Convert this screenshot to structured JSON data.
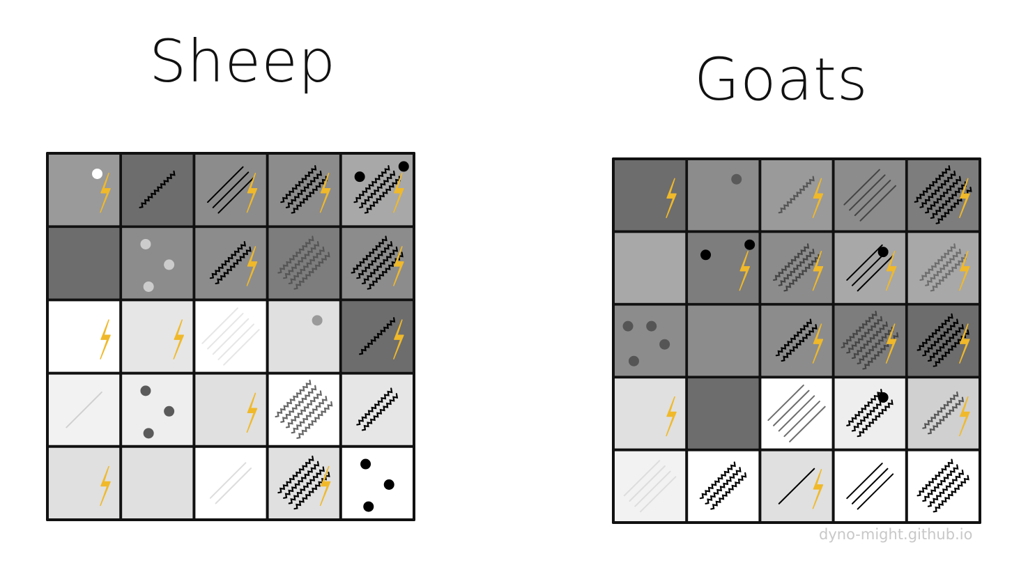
{
  "panels": [
    {
      "title": "Sheep",
      "grid": [
        [
          {
            "shade": "#9a9a9a",
            "dots": 1,
            "dotColor": "#ffffff",
            "lines": 0,
            "bolt": true
          },
          {
            "shade": "#6d6d6d",
            "dots": 0,
            "lines": 1,
            "lineColor": "#000000",
            "wavy": true,
            "bolt": false
          },
          {
            "shade": "#8c8c8c",
            "dots": 0,
            "lines": 3,
            "lineColor": "#000000",
            "wavy": false,
            "bolt": true
          },
          {
            "shade": "#8c8c8c",
            "dots": 0,
            "lines": 3,
            "lineColor": "#000000",
            "wavy": true,
            "bolt": true
          },
          {
            "shade": "#a8a8a8",
            "dots": 2,
            "dotColor": "#000000",
            "lines": 3,
            "lineColor": "#000000",
            "wavy": true,
            "bolt": true
          }
        ],
        [
          {
            "shade": "#6d6d6d",
            "dots": 0,
            "lines": 0,
            "bolt": false
          },
          {
            "shade": "#8c8c8c",
            "dots": 3,
            "dotColor": "#cccccc",
            "lines": 0,
            "bolt": false
          },
          {
            "shade": "#8c8c8c",
            "dots": 0,
            "lines": 2,
            "lineColor": "#000000",
            "wavy": true,
            "bolt": true
          },
          {
            "shade": "#7d7d7d",
            "dots": 0,
            "lines": 4,
            "lineColor": "#555555",
            "wavy": true,
            "bolt": false
          },
          {
            "shade": "#8c8c8c",
            "dots": 0,
            "lines": 4,
            "lineColor": "#000000",
            "wavy": true,
            "bolt": true
          }
        ],
        [
          {
            "shade": "#ffffff",
            "dots": 0,
            "lines": 0,
            "bolt": true
          },
          {
            "shade": "#e6e6e6",
            "dots": 0,
            "lines": 0,
            "bolt": true
          },
          {
            "shade": "#ffffff",
            "dots": 0,
            "lines": 5,
            "lineColor": "#e6e6e6",
            "wavy": false,
            "bolt": false
          },
          {
            "shade": "#e0e0e0",
            "dots": 1,
            "dotColor": "#9a9a9a",
            "lines": 0,
            "bolt": false
          },
          {
            "shade": "#6d6d6d",
            "dots": 0,
            "lines": 1,
            "lineColor": "#000000",
            "wavy": true,
            "bolt": true
          }
        ],
        [
          {
            "shade": "#f2f2f2",
            "dots": 0,
            "lines": 1,
            "lineColor": "#d0d0d0",
            "wavy": false,
            "bolt": false
          },
          {
            "shade": "#eeeeee",
            "dots": 3,
            "dotColor": "#5a5a5a",
            "lines": 0,
            "bolt": false
          },
          {
            "shade": "#e0e0e0",
            "dots": 0,
            "lines": 0,
            "bolt": true
          },
          {
            "shade": "#ffffff",
            "dots": 0,
            "lines": 5,
            "lineColor": "#666666",
            "wavy": true,
            "bolt": false
          },
          {
            "shade": "#e6e6e6",
            "dots": 0,
            "lines": 2,
            "lineColor": "#000000",
            "wavy": true,
            "bolt": false
          }
        ],
        [
          {
            "shade": "#e0e0e0",
            "dots": 0,
            "lines": 0,
            "bolt": true
          },
          {
            "shade": "#e0e0e0",
            "dots": 0,
            "lines": 0,
            "bolt": false
          },
          {
            "shade": "#ffffff",
            "dots": 0,
            "lines": 2,
            "lineColor": "#dddddd",
            "wavy": false,
            "bolt": false
          },
          {
            "shade": "#e0e0e0",
            "dots": 0,
            "lines": 4,
            "lineColor": "#000000",
            "wavy": true,
            "bolt": true
          },
          {
            "shade": "#ffffff",
            "dots": 3,
            "dotColor": "#000000",
            "lines": 0,
            "bolt": false
          }
        ]
      ]
    },
    {
      "title": "Goats",
      "grid": [
        [
          {
            "shade": "#6d6d6d",
            "dots": 0,
            "lines": 0,
            "bolt": true
          },
          {
            "shade": "#8c8c8c",
            "dots": 1,
            "dotColor": "#5a5a5a",
            "lines": 0,
            "bolt": false
          },
          {
            "shade": "#9a9a9a",
            "dots": 0,
            "lines": 1,
            "lineColor": "#555555",
            "wavy": true,
            "bolt": true
          },
          {
            "shade": "#8c8c8c",
            "dots": 0,
            "lines": 4,
            "lineColor": "#444444",
            "wavy": false,
            "bolt": false
          },
          {
            "shade": "#7d7d7d",
            "dots": 0,
            "lines": 5,
            "lineColor": "#000000",
            "wavy": true,
            "bolt": true
          }
        ],
        [
          {
            "shade": "#a8a8a8",
            "dots": 0,
            "lines": 0,
            "bolt": false
          },
          {
            "shade": "#7d7d7d",
            "dots": 2,
            "dotColor": "#000000",
            "lines": 0,
            "bolt": true
          },
          {
            "shade": "#8c8c8c",
            "dots": 0,
            "lines": 3,
            "lineColor": "#444444",
            "wavy": true,
            "bolt": true
          },
          {
            "shade": "#a8a8a8",
            "dots": 1,
            "dotColor": "#000000",
            "lines": 3,
            "lineColor": "#000000",
            "wavy": false,
            "bolt": true
          },
          {
            "shade": "#a8a8a8",
            "dots": 0,
            "lines": 3,
            "lineColor": "#6d6d6d",
            "wavy": true,
            "bolt": true
          }
        ],
        [
          {
            "shade": "#8c8c8c",
            "dots": 4,
            "dotColor": "#555555",
            "lines": 0,
            "bolt": false
          },
          {
            "shade": "#8c8c8c",
            "dots": 0,
            "lines": 0,
            "bolt": false
          },
          {
            "shade": "#8c8c8c",
            "dots": 0,
            "lines": 2,
            "lineColor": "#000000",
            "wavy": true,
            "bolt": true
          },
          {
            "shade": "#7d7d7d",
            "dots": 0,
            "lines": 5,
            "lineColor": "#444444",
            "wavy": true,
            "bolt": true
          },
          {
            "shade": "#6d6d6d",
            "dots": 0,
            "lines": 4,
            "lineColor": "#000000",
            "wavy": true,
            "bolt": true
          }
        ],
        [
          {
            "shade": "#e0e0e0",
            "dots": 0,
            "lines": 0,
            "bolt": true
          },
          {
            "shade": "#6d6d6d",
            "dots": 0,
            "lines": 0,
            "bolt": false
          },
          {
            "shade": "#ffffff",
            "dots": 0,
            "lines": 5,
            "lineColor": "#6d6d6d",
            "wavy": false,
            "bolt": false
          },
          {
            "shade": "#eeeeee",
            "dots": 1,
            "dotColor": "#000000",
            "lines": 3,
            "lineColor": "#000000",
            "wavy": true,
            "bolt": false
          },
          {
            "shade": "#d0d0d0",
            "dots": 0,
            "lines": 2,
            "lineColor": "#555555",
            "wavy": true,
            "bolt": true
          }
        ],
        [
          {
            "shade": "#f2f2f2",
            "dots": 0,
            "lines": 4,
            "lineColor": "#dddddd",
            "wavy": false,
            "bolt": false
          },
          {
            "shade": "#ffffff",
            "dots": 0,
            "lines": 3,
            "lineColor": "#000000",
            "wavy": true,
            "bolt": false
          },
          {
            "shade": "#e0e0e0",
            "dots": 0,
            "lines": 1,
            "lineColor": "#000000",
            "wavy": false,
            "bolt": true
          },
          {
            "shade": "#ffffff",
            "dots": 0,
            "lines": 3,
            "lineColor": "#000000",
            "wavy": false,
            "bolt": false
          },
          {
            "shade": "#ffffff",
            "dots": 0,
            "lines": 4,
            "lineColor": "#000000",
            "wavy": true,
            "bolt": false
          }
        ]
      ]
    }
  ],
  "colors": {
    "bolt": "#f0b92a",
    "border": "#111111"
  },
  "credit": "dyno-might.github.io"
}
